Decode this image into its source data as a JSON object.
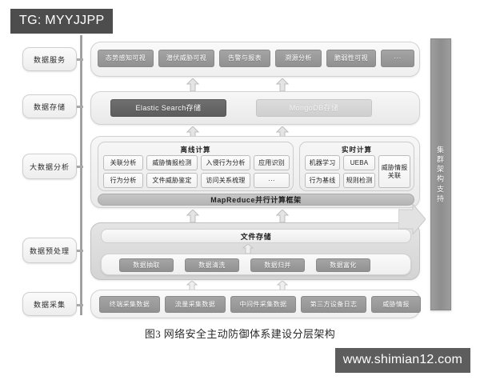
{
  "tag_badge": "TG: MYYJJPP",
  "watermark": "www.shimian12.com",
  "caption": "图3 网络安全主动防御体系建设分层架构",
  "layers": [
    {
      "label": "数据服务"
    },
    {
      "label": "数据存储"
    },
    {
      "label": "大数据分析"
    },
    {
      "label": "数据预处理"
    },
    {
      "label": "数据采集"
    }
  ],
  "data_service": {
    "items": [
      "态势感知可视",
      "潜伏威胁可视",
      "告警与报表",
      "溯源分析",
      "脆弱性可视",
      "···"
    ]
  },
  "data_storage": {
    "items": [
      "Elastic Search存储",
      "MongoDB存储"
    ]
  },
  "big_data_analysis": {
    "offline": {
      "title": "离线计算",
      "items": [
        "关联分析",
        "威胁情报检测",
        "入侵行为分析",
        "应用识别",
        "行为分析",
        "文件威胁鉴定",
        "访问关系梳理",
        "···"
      ]
    },
    "realtime": {
      "title": "实时计算",
      "items": [
        "机器学习",
        "UEBA",
        "威胁情报关联",
        "行为基线",
        "规则检测"
      ]
    },
    "framework": "MapReduce并行计算框架"
  },
  "data_preprocess": {
    "file_storage": "文件存储",
    "items": [
      "数据抽取",
      "数据清洗",
      "数据归并",
      "数据富化"
    ]
  },
  "data_collection": {
    "items": [
      "终端采集数据",
      "流量采集数据",
      "中间件采集数据",
      "第三方设备日志",
      "威胁情报"
    ]
  },
  "cluster": {
    "label": "集群架构支持"
  },
  "colors": {
    "badge_bg": "#4d4d4d",
    "watermark_bg": "#5d5d5d",
    "chip_fill": "#9a9a9a",
    "chip_dark": "#666666",
    "panel_bg": "#f1f1f1",
    "cluster_bg": "#959595"
  }
}
